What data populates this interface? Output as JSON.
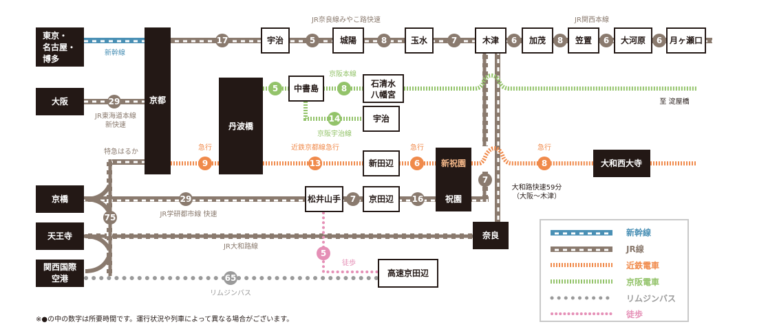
{
  "colors": {
    "jr": "#8a7a6e",
    "shinkansen": "#4a90b5",
    "kintetsu": "#f08a4b",
    "keihan": "#93c36a",
    "bus": "#9a9a9a",
    "walk": "#e58fb6",
    "dark": "#231815"
  },
  "stations": {
    "tokyo": "東京・\n名古屋・\n博多",
    "osaka": "大阪",
    "kyobashi": "京橋",
    "tennoji": "天王寺",
    "kansai": "関西国際\n空港",
    "kyoto": "京都",
    "tambabashi": "丹波橋",
    "uji_jr": "宇治",
    "joyo": "城陽",
    "tamamizu": "玉水",
    "kizu": "木津",
    "kamo": "加茂",
    "kasagi": "笠置",
    "okawara": "大河原",
    "tsukigase": "月ヶ瀬口",
    "chushojima": "中書島",
    "iwashimizu": "石清水\n八幡宮",
    "uji_keihan": "宇治",
    "shintanabe": "新田辺",
    "shinhosono_top": "新祝園",
    "hosono_bottom": "祝園",
    "yamato_saidaiji": "大和西大寺",
    "matsuiyamate": "松井山手",
    "kyotanabe": "京田辺",
    "nara": "奈良",
    "kosoku_kyotanabe": "高速京田辺"
  },
  "times": {
    "osaka_kyoto": "29",
    "kyoto_uji": "17",
    "uji_joyo": "5",
    "joyo_tamamizu": "8",
    "tamamizu_kizu": "7",
    "kizu_kamo": "6",
    "kamo_kasagi": "8",
    "kasagi_okawara": "6",
    "okawara_tsukigase": "6",
    "tambabashi_chushojima": "5",
    "chushojima_iwashimizu": "8",
    "chushojima_uji": "14",
    "kyoto_tambabashi": "9",
    "tambabashi_shintanabe": "13",
    "shintanabe_shinhosono": "6",
    "shinhosono_saidaiji": "8",
    "kyobashi_matsuiyamate": "29",
    "matsuiyamate_kyotanabe": "7",
    "kyotanabe_hosono": "16",
    "hosono_kizu": "7",
    "kyobashi_kansai": "75",
    "matsuiyamate_walk": "5",
    "kansai_bus": "65"
  },
  "labels": {
    "shinkansen": "新幹線",
    "jr_nara_line": "JR奈良線みやこ路快速",
    "jr_kansai_line": "JR関西本線",
    "keihan_main": "京阪本線",
    "keihan_uji": "京阪宇治線",
    "jr_tokaido": "JR東海道本線\n新快速",
    "haruka": "特急はるか",
    "kyuko_1": "急行",
    "kintetsu_kyoto": "近鉄京都線急行",
    "kyuko_2": "急行",
    "kyuko_3": "急行",
    "to_yodoyabashi": "至 淀屋橋",
    "yamatoji_rapid": "大和路快速59分\n（大阪～木津）",
    "jr_gakkentoshi": "JR学研都市線 快速",
    "jr_yamatoji": "JR大和路線",
    "walk": "徒歩",
    "limousine": "リムジンバス"
  },
  "legend": {
    "items": [
      {
        "name": "新幹線",
        "color": "#4a90b5"
      },
      {
        "name": "JR線",
        "color": "#8a7a6e"
      },
      {
        "name": "近鉄電車",
        "color": "#f08a4b"
      },
      {
        "name": "京阪電車",
        "color": "#93c36a"
      },
      {
        "name": "リムジンバス",
        "color": "#9a9a9a"
      },
      {
        "name": "徒歩",
        "color": "#e58fb6"
      }
    ]
  },
  "footnote": "※●の中の数字は所要時間です。運行状況や列車によって異なる場合がございます。"
}
